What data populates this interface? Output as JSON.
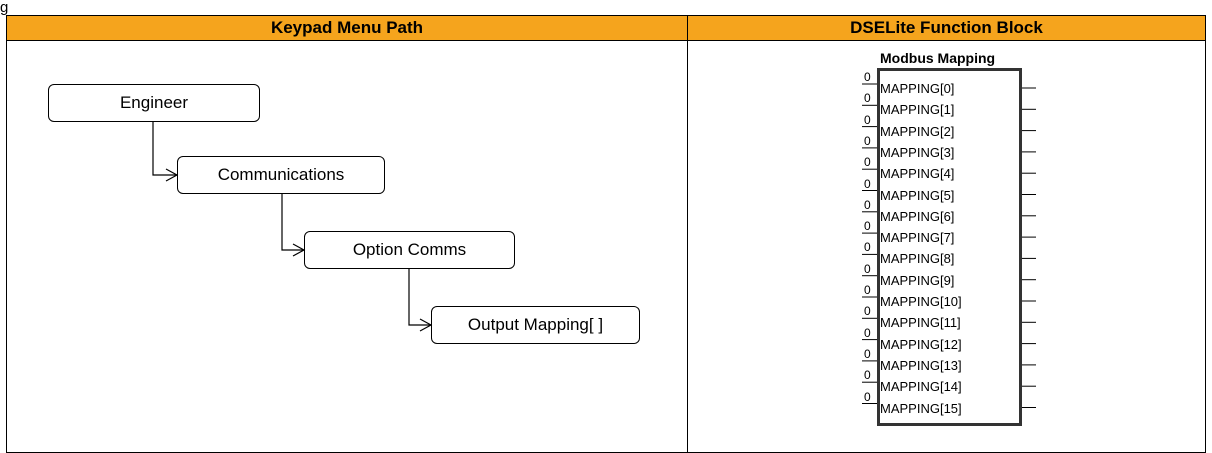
{
  "header": {
    "left": "Keypad Menu Path",
    "right": "DSELite Function Block"
  },
  "menu_path": [
    "Engineer",
    "Communications",
    "Option Comms",
    "Output Mapping[ ]"
  ],
  "function_block": {
    "title": "Modbus Mapping",
    "default_input": "0",
    "parameters": [
      "MAPPING[0]",
      "MAPPING[1]",
      "MAPPING[2]",
      "MAPPING[3]",
      "MAPPING[4]",
      "MAPPING[5]",
      "MAPPING[6]",
      "MAPPING[7]",
      "MAPPING[8]",
      "MAPPING[9]",
      "MAPPING[10]",
      "MAPPING[11]",
      "MAPPING[12]",
      "MAPPING[13]",
      "MAPPING[14]",
      "MAPPING[15]"
    ]
  },
  "colors": {
    "header_bg": "#f5a41d"
  }
}
